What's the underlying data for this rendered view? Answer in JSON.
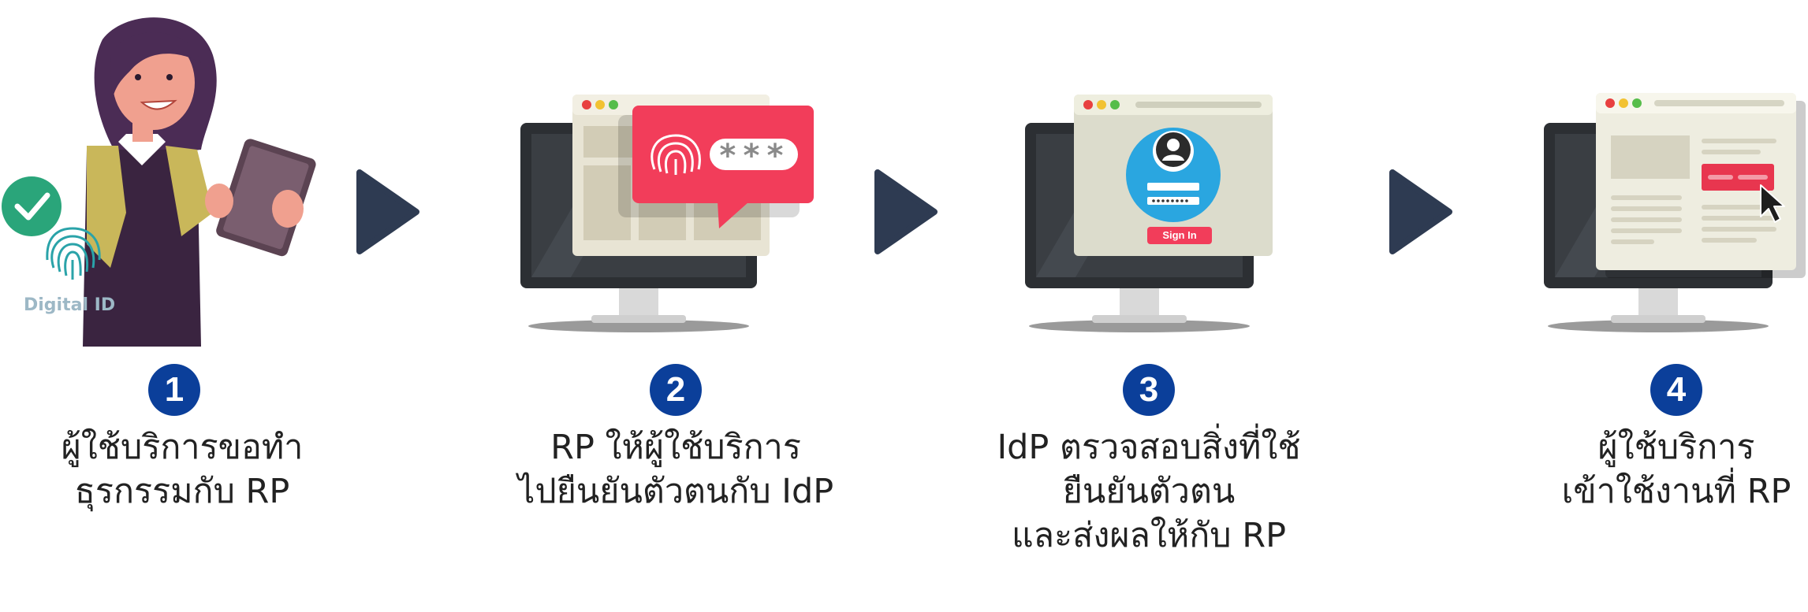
{
  "steps": [
    {
      "number": "1",
      "lines": [
        "ผู้ใช้บริการขอทำ",
        "ธุรกรรมกับ RP"
      ]
    },
    {
      "number": "2",
      "lines": [
        "RP ให้ผู้ใช้บริการ",
        "ไปยืนยันตัวตนกับ IdP"
      ]
    },
    {
      "number": "3",
      "lines": [
        "IdP ตรวจสอบสิ่งที่ใช้",
        "ยืนยันตัวตน",
        "และส่งผลให้กับ RP"
      ]
    },
    {
      "number": "4",
      "lines": [
        "ผู้ใช้บริการ",
        "เข้าใช้งานที่ RP"
      ]
    }
  ],
  "digital_id_label": "Digital ID",
  "password_mask": "***",
  "sign_in_label": "Sign In",
  "colors": {
    "badge": "#0b3f9a",
    "arrow": "#2e3b52",
    "popup_red": "#f23d5a",
    "check_green": "#2aa57a",
    "idp_blue": "#2aa6e0",
    "monitor": "#2c2f33"
  }
}
